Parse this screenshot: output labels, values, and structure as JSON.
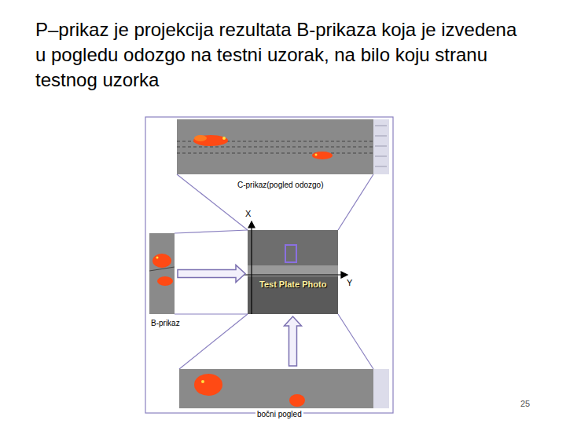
{
  "diagram": {
    "title": "P–prikaz je projekcija rezultata B-prikaza koja je izvedena u pogledu odozgo na testni uzorak, na bilo koju stranu testnog uzorka",
    "nodes": [
      {
        "text": [
          "C-prikaz(pogled odozgo)"
        ]
      },
      {
        "text": [
          "B-prikaz"
        ]
      },
      {
        "text": [
          "Test Plate Photo"
        ]
      },
      {
        "text": [
          "bočni pogled"
        ]
      }
    ],
    "edges": [
      {
        "from": 1,
        "to": 2,
        "arrow": "to"
      },
      {
        "from": 3,
        "to": 2,
        "arrow": "to"
      }
    ],
    "labels": [
      "X",
      "Y",
      "25"
    ]
  }
}
